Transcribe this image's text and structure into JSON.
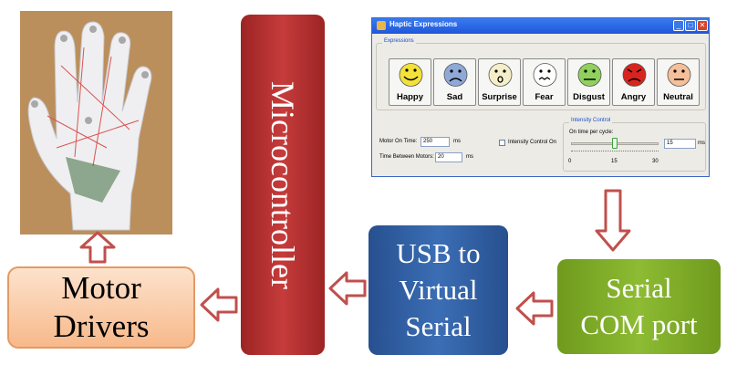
{
  "diagram": {
    "blocks": {
      "motor_drivers": "Motor\nDrivers",
      "microcontroller": "Microcontroller",
      "usb_virtual_serial": "USB to\nVirtual\nSerial",
      "serial_com_port": "Serial\nCOM port"
    },
    "colors": {
      "motor_drivers": "#f9c9a1",
      "microcontroller": "#b83232",
      "usb_virtual_serial": "#3567ae",
      "serial_com_port": "#84b22c",
      "arrow_outline": "#c0504d"
    }
  },
  "window": {
    "title": "Haptic Expressions",
    "expressions_group": "Expressions",
    "emotions": [
      "Happy",
      "Sad",
      "Surprise",
      "Fear",
      "Disgust",
      "Angry",
      "Neutral"
    ],
    "emotion_colors": [
      "#f2e23a",
      "#8fa9d6",
      "#f5efc9",
      "#ffffff",
      "#8fd15c",
      "#d8241f",
      "#f4bf99"
    ],
    "motor_on_time_label": "Motor On Time:",
    "motor_on_time_value": "250",
    "motor_on_time_unit": "ms",
    "time_between_label": "Time Between Motors:",
    "time_between_value": "20",
    "time_between_unit": "ms",
    "intensity_checkbox_label": "Intensity Control On",
    "intensity_group": "Intensity Control",
    "on_time_label": "On time per cycle:",
    "on_time_value": "15",
    "on_time_unit": "ms",
    "slider_ticks": [
      "0",
      "15",
      "30"
    ],
    "slider_value": 15,
    "slider_max": 30
  }
}
